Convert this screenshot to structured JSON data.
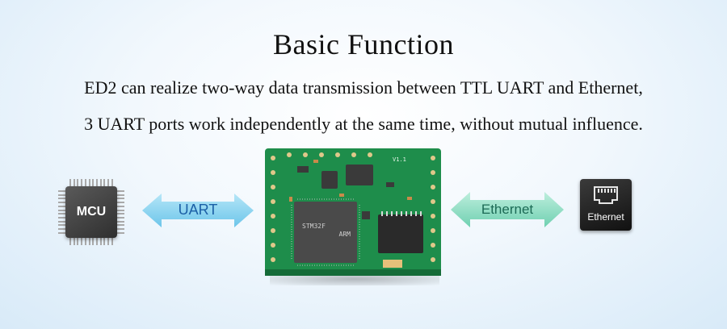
{
  "title": "Basic Function",
  "description": {
    "line1": "ED2 can realize two-way data transmission between TTL UART and Ethernet,",
    "line2": "3 UART ports work independently at the same time, without mutual influence."
  },
  "mcu": {
    "label": "MCU"
  },
  "uart_arrow": {
    "label": "UART"
  },
  "ethernet_arrow": {
    "label": "Ethernet"
  },
  "ethernet_icon": {
    "label": "Ethernet"
  },
  "board": {
    "chip_text_1": "STM32F",
    "chip_text_2": "ARM",
    "version": "V1.1"
  },
  "colors": {
    "uart_arrow": "#7fd0ee",
    "ethernet_arrow": "#88dcc3",
    "pcb": "#1e8d4b"
  }
}
